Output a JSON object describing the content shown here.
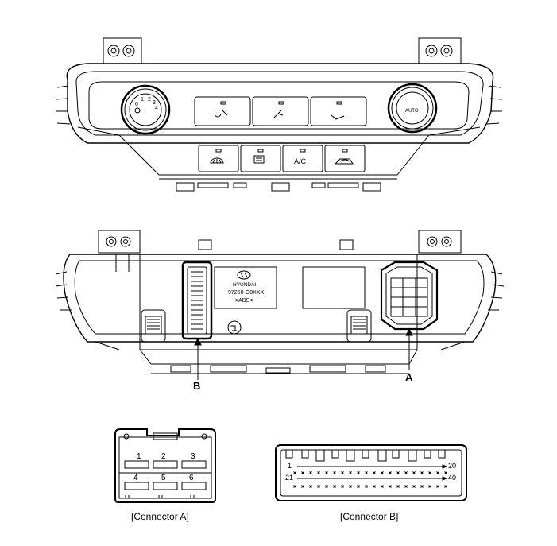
{
  "front_panel": {
    "knob_left_numbers": [
      "0",
      "1",
      "2",
      "3",
      "4"
    ],
    "knob_right_label": "AUTO",
    "buttons": [
      "A/C"
    ]
  },
  "rear_panel": {
    "brand": "HYUNDAI",
    "part_number": "97250-G0XXX",
    "material": ">ABS<"
  },
  "callouts": {
    "a": "A",
    "b": "B"
  },
  "connector_a": {
    "caption": "[Connector A]",
    "pins": [
      "1",
      "2",
      "3",
      "4",
      "5",
      "6"
    ]
  },
  "connector_b": {
    "caption": "[Connector B]",
    "pin_labels": [
      "1",
      "20",
      "21",
      "40"
    ]
  }
}
